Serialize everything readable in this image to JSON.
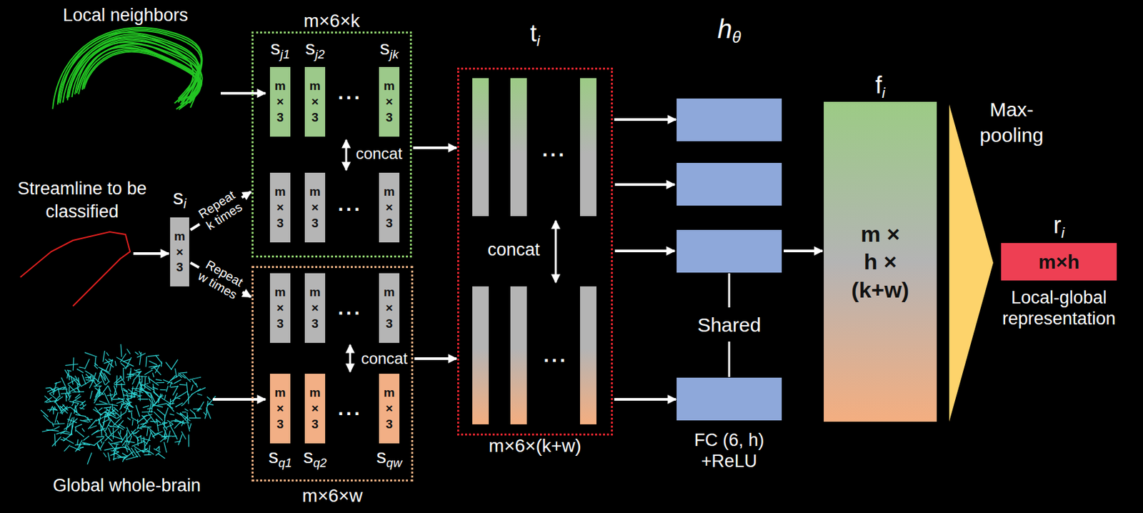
{
  "diagram": {
    "nodes": [
      {
        "text": [
          "m×6×k"
        ]
      },
      {
        "text": [
          "sj1",
          "m × 3"
        ],
        "in": 0
      },
      {
        "text": [
          "sj2",
          "m × 3"
        ],
        "in": 0
      },
      {
        "text": [
          "sjk",
          "m × 3"
        ],
        "in": 0
      },
      {
        "text": [
          "m × 3"
        ],
        "in": 0
      },
      {
        "text": [
          "m × 3"
        ],
        "in": 0
      },
      {
        "text": [
          "m × 3"
        ],
        "in": 0
      },
      {
        "text": [
          "m×6×w"
        ]
      },
      {
        "text": [
          "m × 3"
        ],
        "in": 7
      },
      {
        "text": [
          "m × 3"
        ],
        "in": 7
      },
      {
        "text": [
          "m × 3"
        ],
        "in": 7
      },
      {
        "text": [
          "m × 3",
          "sq1"
        ],
        "in": 7
      },
      {
        "text": [
          "m × 3",
          "sq2"
        ],
        "in": 7
      },
      {
        "text": [
          "m × 3",
          "sqw"
        ],
        "in": 7
      },
      {
        "text": [
          "si",
          "m × 3"
        ]
      },
      {
        "text": [
          "ti",
          "m×6×(k+w)"
        ]
      },
      {
        "text": [
          "hθ"
        ]
      },
      {
        "text": [
          "FC (6, h) +ReLU"
        ]
      },
      {
        "text": [
          "fi",
          "m × h × (k+w)"
        ]
      },
      {
        "text": [
          "ri",
          "m×h",
          "Local-global representation"
        ]
      }
    ],
    "edges": [
      {
        "from": 14,
        "to": 0,
        "label": "Repeat k times",
        "arrow": "to"
      },
      {
        "from": 14,
        "to": 7,
        "label": "Repeat w times",
        "arrow": "to"
      },
      {
        "from": 0,
        "to": 15,
        "arrow": "to"
      },
      {
        "from": 7,
        "to": 15,
        "arrow": "to"
      },
      {
        "from": 15,
        "to": 16,
        "arrow": "to"
      },
      {
        "from": 15,
        "to": 17,
        "arrow": "to"
      }
    ],
    "labels": [
      "Local neighbors",
      "Streamline to be classified",
      "Global whole-brain",
      "concat",
      "concat",
      "concat",
      "...",
      "...",
      "...",
      "...",
      "...",
      "...",
      "Shared",
      "Max-pooling"
    ]
  }
}
